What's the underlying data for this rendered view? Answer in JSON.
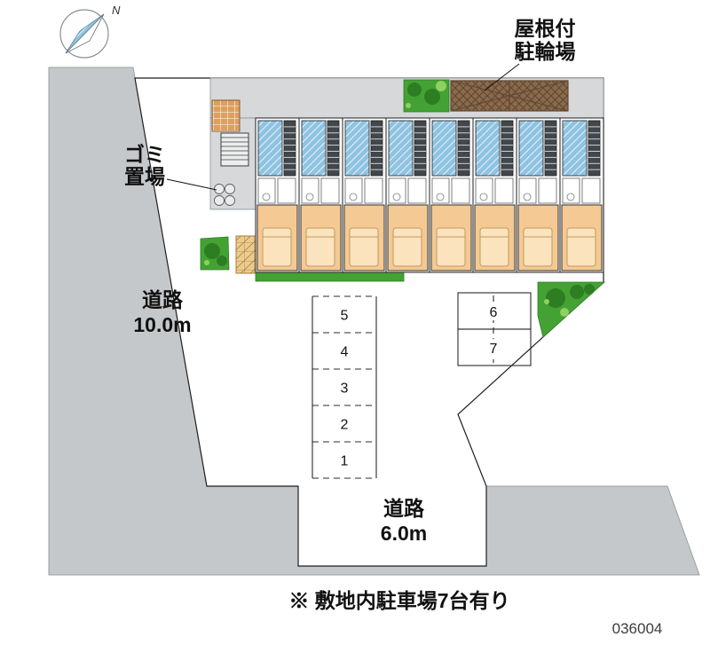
{
  "meta": {
    "plan_number": "036004"
  },
  "labels": {
    "compass_north": "N",
    "bike_parking_line1": "屋根付",
    "bike_parking_line2": "駐輪場",
    "garbage_line1": "ゴミ",
    "garbage_line2": "置場",
    "road_west_line1": "道路",
    "road_west_line2": "10.0m",
    "road_south_line1": "道路",
    "road_south_line2": "6.0m"
  },
  "notes": {
    "parking_note": "※ 敷地内駐車場7台有り"
  },
  "building": {
    "unit_count": 8
  },
  "parking": {
    "column_stalls": [
      "5",
      "4",
      "3",
      "2",
      "1"
    ],
    "side_stalls": [
      "6",
      "7"
    ],
    "total_spaces": 7
  },
  "colors": {
    "road": "#c5c8ca",
    "site": "#ffffff",
    "walkway": "#d6d8da",
    "room": "#f5c993",
    "bed": "#fae3bd",
    "balcony": "#8fc3e2",
    "stairs": "#42474c",
    "green": "#44a235",
    "green_dark": "#2d7d22",
    "green_light": "#8fd060",
    "brown": "#8a6a4c",
    "brown_dark": "#5e462f",
    "tile": "#eccb8e",
    "tile_line": "#a87b3c",
    "brick": "#dca05f"
  }
}
